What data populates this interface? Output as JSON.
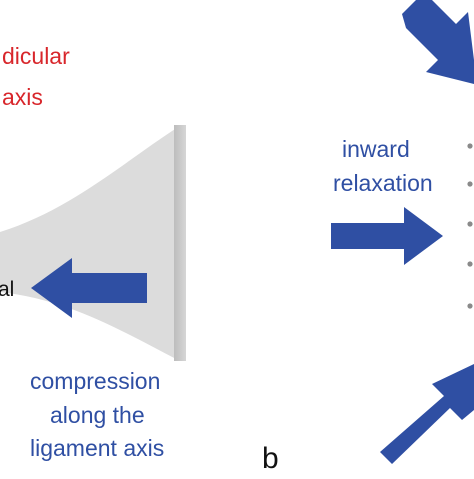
{
  "panel_a": {
    "label_red_line1": "dicular",
    "label_red_line2": "axis",
    "label_clipped": "al",
    "caption_line1": "compression",
    "caption_line2": "along the",
    "caption_line3": "ligament axis"
  },
  "panel_b": {
    "panel_letter": "b",
    "label_line1": "inward",
    "label_line2": "relaxation"
  },
  "colors": {
    "arrow_blue": "#2f4fa3",
    "label_red": "#d8262b",
    "label_blue": "#2f4fa3",
    "ligament_fill": "#d9d9d9",
    "ligament_edge": "#b8b8b8",
    "dot_gray": "#8a8a8a"
  }
}
